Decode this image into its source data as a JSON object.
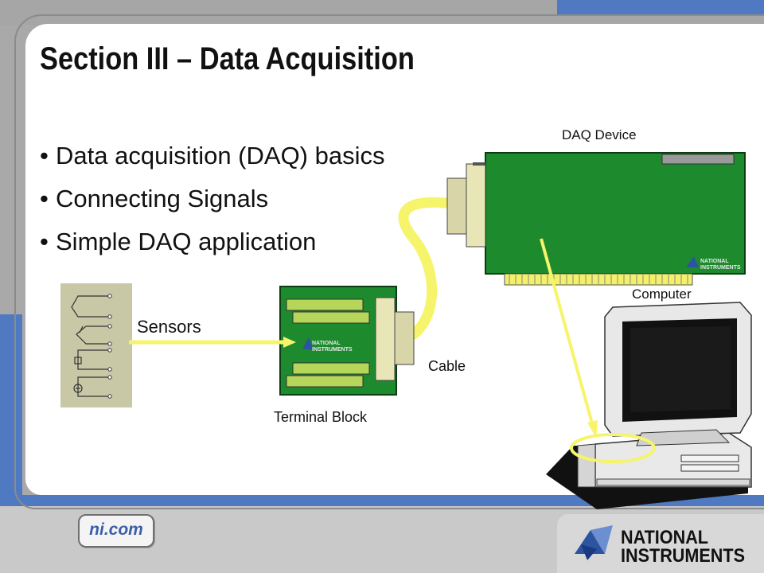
{
  "slide": {
    "title": "Section III – Data Acquisition",
    "bullets": [
      "Data acquisition (DAQ) basics",
      "Connecting Signals",
      "Simple DAQ application"
    ]
  },
  "diagram": {
    "daq_device_label": "DAQ Device",
    "computer_label": "Computer",
    "sensors_label": "Sensors",
    "cable_label": "Cable",
    "terminal_block_label": "Terminal Block",
    "board_logo_line1": "NATIONAL",
    "board_logo_line2": "INSTRUMENTS"
  },
  "footer": {
    "website": "ni.com",
    "logo_line1": "NATIONAL",
    "logo_line2": "INSTRUMENTS"
  },
  "colors": {
    "accent_blue": "#4f79c0",
    "board_green": "#1e8a2e",
    "cable_yellow": "#f6f46a"
  }
}
